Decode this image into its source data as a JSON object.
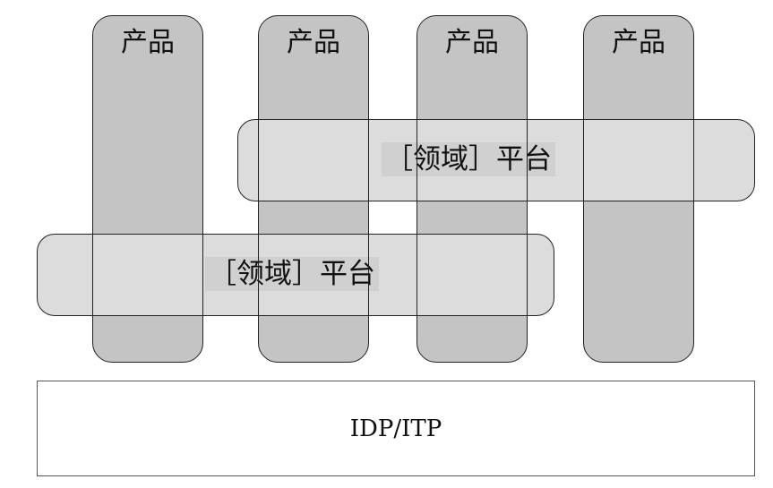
{
  "diagram": {
    "products": [
      {
        "label": "产品"
      },
      {
        "label": "产品"
      },
      {
        "label": "产品"
      },
      {
        "label": "产品"
      }
    ],
    "platforms": [
      {
        "label": "［领域］平台"
      },
      {
        "label": "［领域］平台"
      }
    ],
    "base": {
      "label": "IDP/ITP"
    },
    "colors": {
      "product_fill": "#c4c4c4",
      "platform_fill": "#dcdcdc",
      "overlap_fill": "#d0d0d0",
      "border": "#222222",
      "base_fill": "#ffffff"
    }
  }
}
